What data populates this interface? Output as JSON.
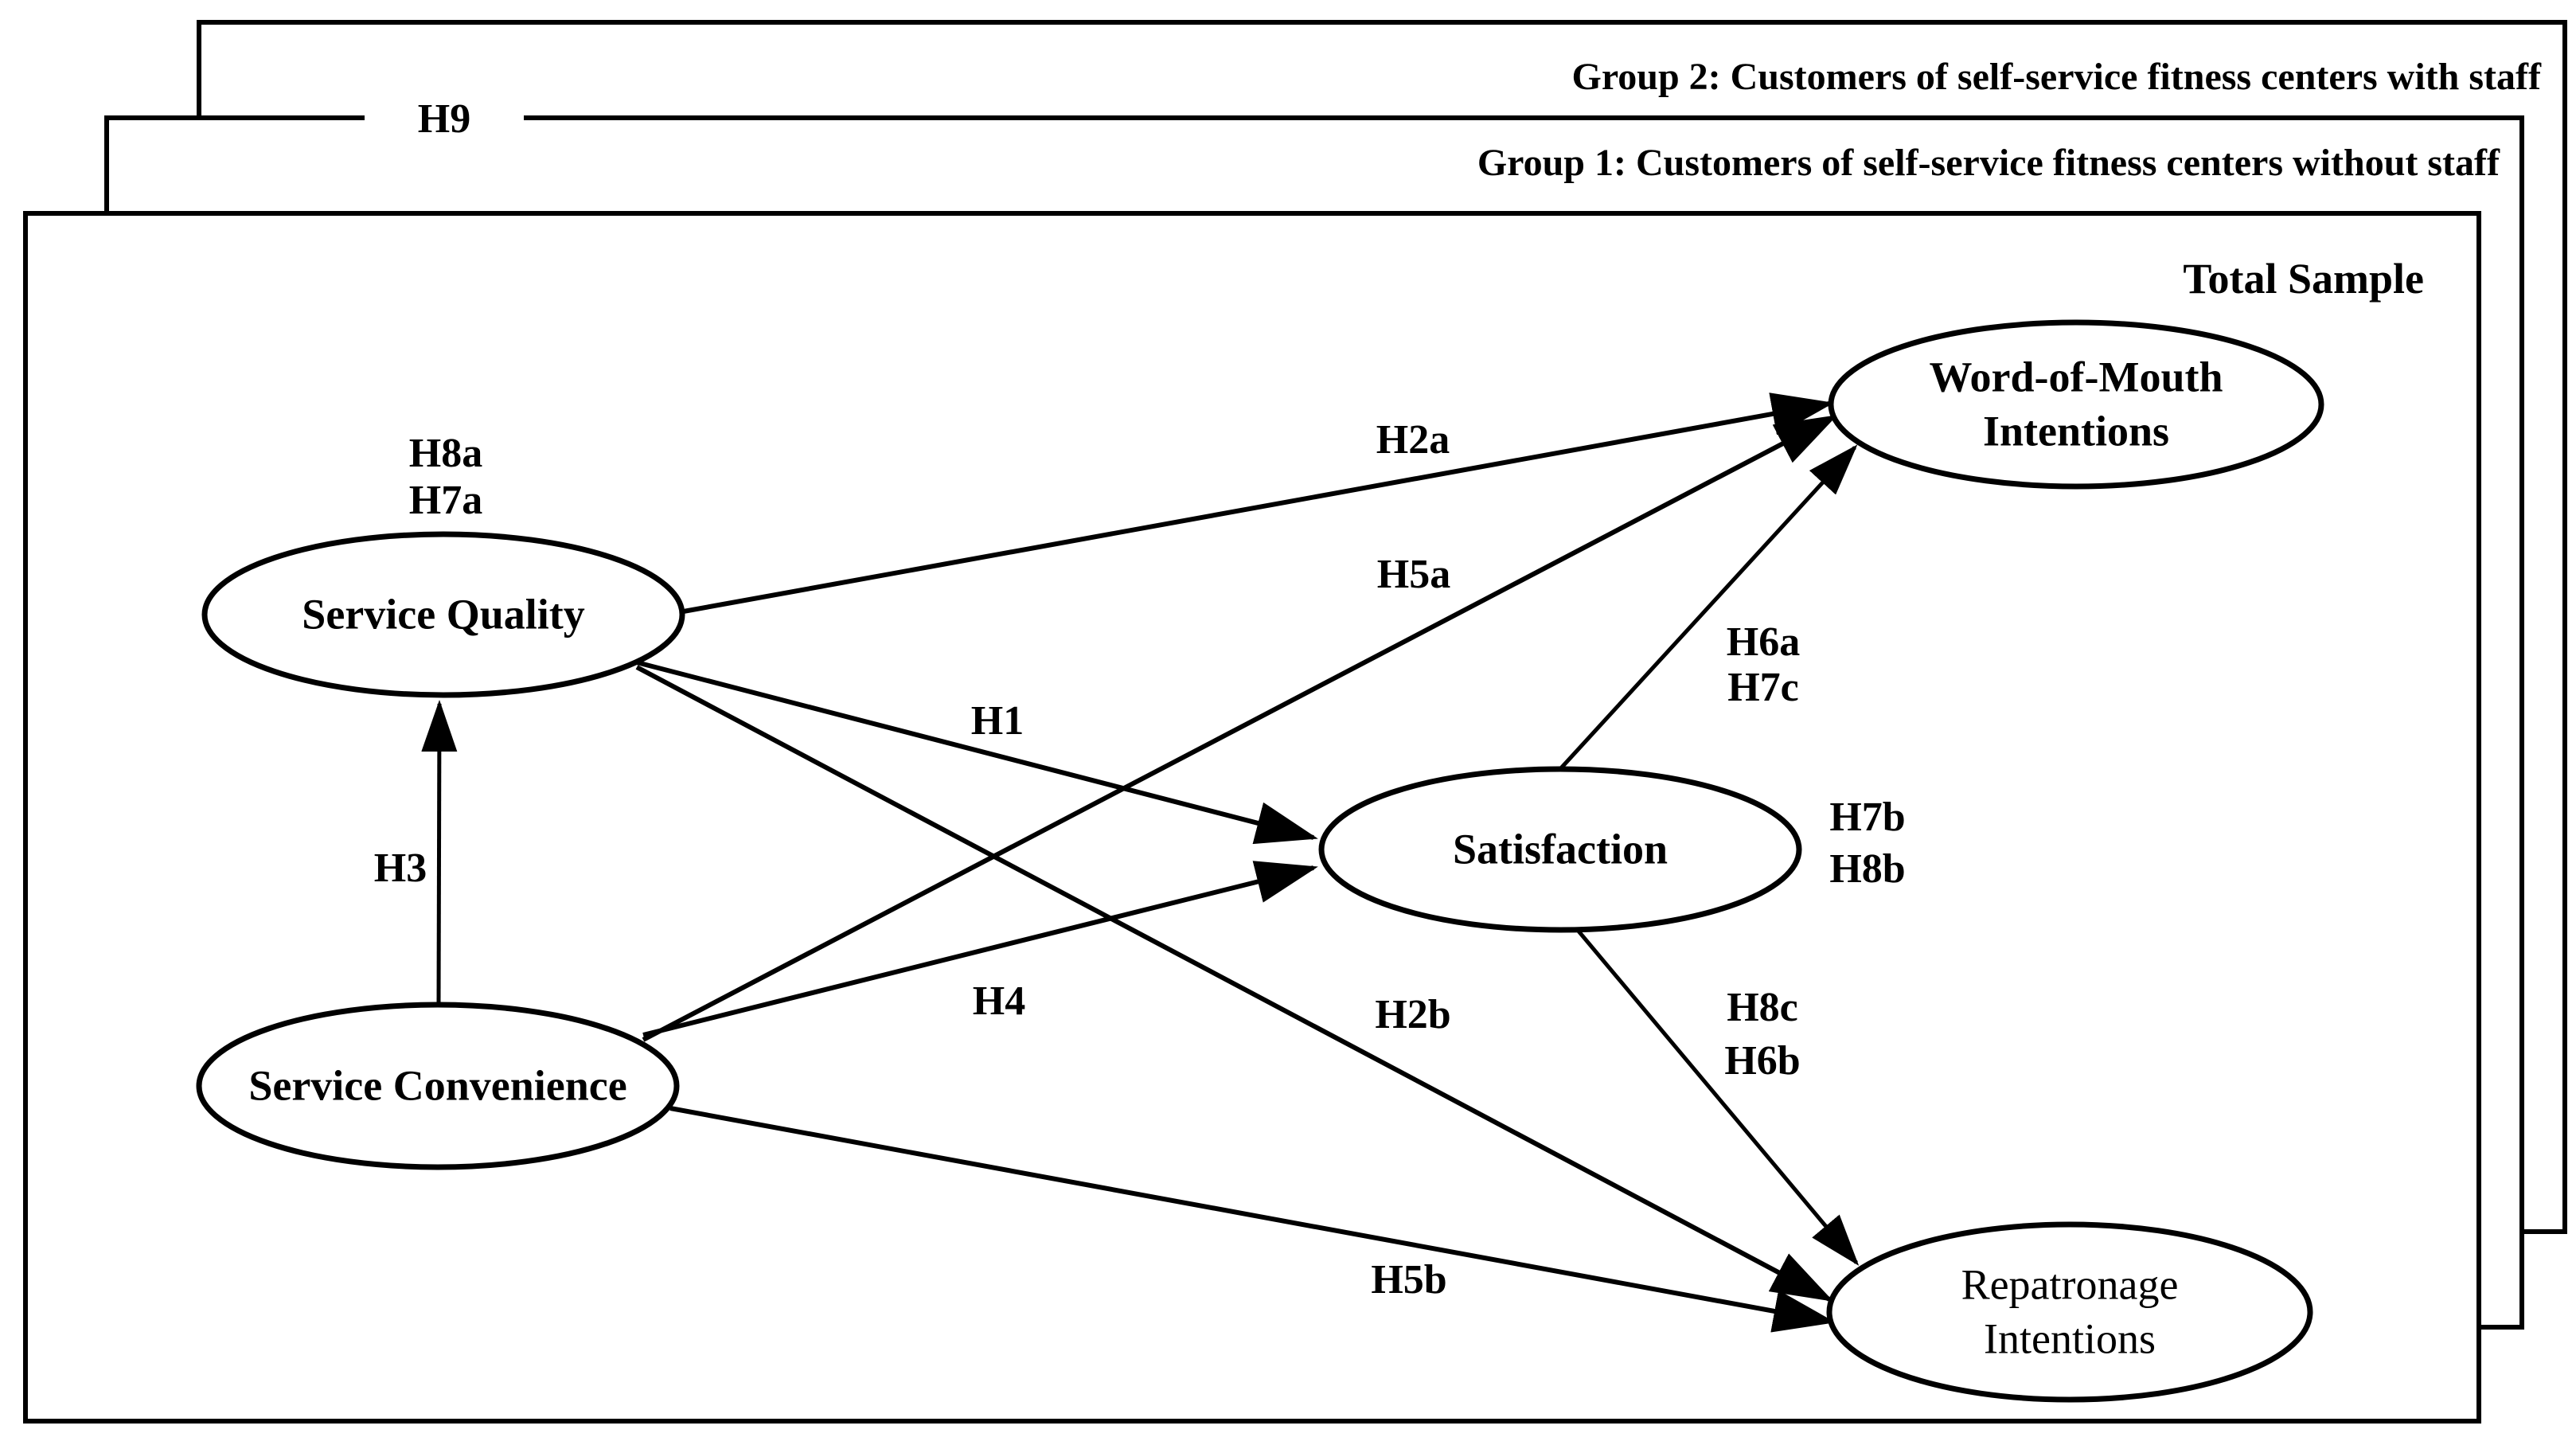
{
  "frames": {
    "group2": {
      "label": "Group 2: Customers of self-service fitness centers with staff"
    },
    "group1": {
      "label": "Group 1: Customers of self-service fitness centers without staff"
    },
    "total": {
      "label": "Total Sample"
    }
  },
  "nodes": {
    "service_quality": {
      "lines": [
        "Service Quality"
      ]
    },
    "service_convenience": {
      "lines": [
        "Service Convenience"
      ]
    },
    "satisfaction": {
      "lines": [
        "Satisfaction"
      ]
    },
    "word_of_mouth": {
      "lines": [
        "Word-of-Mouth",
        "Intentions"
      ]
    },
    "repatronage": {
      "lines": [
        "Repatronage",
        "Intentions"
      ]
    }
  },
  "hypothesis_labels": {
    "h9": "H9",
    "h8a": "H8a",
    "h7a": "H7a",
    "h3": "H3",
    "h1": "H1",
    "h4": "H4",
    "h2a": "H2a",
    "h5a": "H5a",
    "h6a": "H6a",
    "h7c": "H7c",
    "h7b": "H7b",
    "h8b": "H8b",
    "h2b": "H2b",
    "h8c": "H8c",
    "h6b": "H6b",
    "h5b": "H5b"
  },
  "edges": [
    {
      "from": "Service Convenience",
      "to": "Service Quality",
      "labels": [
        "H3"
      ]
    },
    {
      "from": "Service Quality",
      "to": "Satisfaction",
      "labels": [
        "H1"
      ]
    },
    {
      "from": "Service Quality",
      "to": "Word-of-Mouth Intentions",
      "labels": [
        "H2a"
      ]
    },
    {
      "from": "Service Quality",
      "to": "Repatronage Intentions",
      "labels": [
        "H2b"
      ]
    },
    {
      "from": "Service Convenience",
      "to": "Satisfaction",
      "labels": [
        "H4"
      ]
    },
    {
      "from": "Service Convenience",
      "to": "Word-of-Mouth Intentions",
      "labels": [
        "H5a"
      ]
    },
    {
      "from": "Service Convenience",
      "to": "Repatronage Intentions",
      "labels": [
        "H5b"
      ]
    },
    {
      "from": "Satisfaction",
      "to": "Word-of-Mouth Intentions",
      "labels": [
        "H6a",
        "H7c"
      ]
    },
    {
      "from": "Satisfaction",
      "to": "Repatronage Intentions",
      "labels": [
        "H8c",
        "H6b"
      ]
    }
  ],
  "side_annotations": [
    {
      "node": "Service Quality",
      "labels": [
        "H8a",
        "H7a"
      ]
    },
    {
      "node": "Satisfaction",
      "labels": [
        "H7b",
        "H8b"
      ]
    }
  ],
  "colors": {
    "ink": "#000000",
    "background": "#ffffff"
  }
}
